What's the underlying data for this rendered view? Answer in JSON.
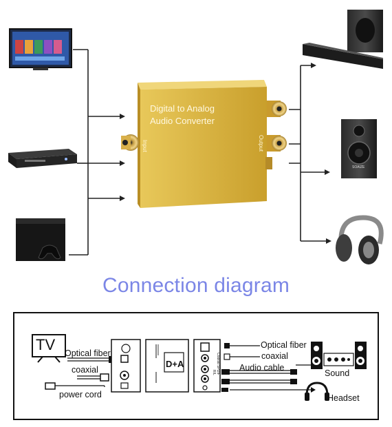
{
  "device": {
    "line1": "Digital to Analog",
    "line2": "Audio Converter",
    "input_label": "Input",
    "output_label": "Output"
  },
  "sources": [
    {
      "name": "smart-tv",
      "icon": "tv-icon"
    },
    {
      "name": "dvd-player",
      "icon": "dvd-player-icon"
    },
    {
      "name": "game-console",
      "icon": "game-console-icon"
    }
  ],
  "outputs": [
    {
      "name": "soundbar",
      "icon": "soundbar-icon"
    },
    {
      "name": "speaker",
      "icon": "speaker-icon",
      "brand": "SOAIZE"
    },
    {
      "name": "headphones",
      "icon": "headphones-icon"
    }
  ],
  "title": "Connection diagram",
  "schematic": {
    "tv": "TV",
    "optical_fiber_left": "Optical fiber",
    "coaxial_left": "coaxial",
    "power_cord": "power cord",
    "optical_fiber_right": "Optical fiber",
    "coaxial_right": "coaxial",
    "audio_cable": "Audio cable",
    "sound": "Sound",
    "headset": "Headset",
    "dac_logo": "D+A",
    "rl_label": "R/L",
    "coax_spdif": "Coaxial SPDIF"
  },
  "colors": {
    "title": "#7b86e6",
    "gold": "#e2bf4a",
    "line": "#111111"
  }
}
